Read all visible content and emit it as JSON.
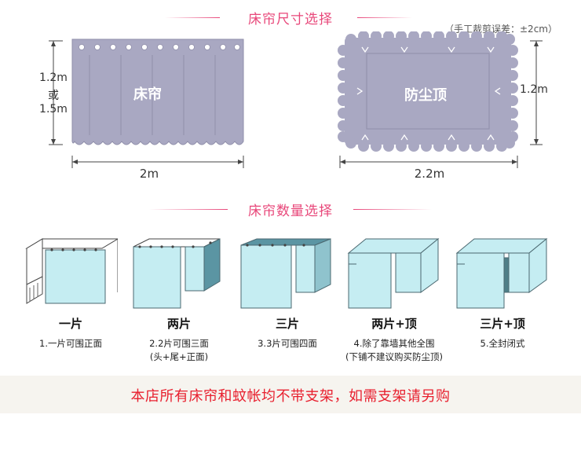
{
  "colors": {
    "accent": "#e8477a",
    "curtain": "#a9a8c2",
    "curtain_stroke": "#8f8ea9",
    "panel": "#c5edf2",
    "panel_stroke": "#4b6870",
    "banner_text": "#e8202f"
  },
  "size_section": {
    "title": "床帘尺寸选择",
    "tolerance": "（手工裁剪误差：±2cm）",
    "curtain": {
      "label": "床帘",
      "height_top": "1.2m",
      "height_or": "或",
      "height_bottom": "1.5m",
      "width": "2m"
    },
    "top_cover": {
      "label": "防尘顶",
      "height": "1.2m",
      "width": "2.2m"
    }
  },
  "quantity_section": {
    "title": "床帘数量选择",
    "options": [
      {
        "title": "一片",
        "desc_line1": "1.一片可围正面",
        "desc_line2": ""
      },
      {
        "title": "两片",
        "desc_line1": "2.2片可围三面",
        "desc_line2": "(头+尾+正面)"
      },
      {
        "title": "三片",
        "desc_line1": "3.3片可围四面",
        "desc_line2": ""
      },
      {
        "title": "两片+顶",
        "desc_line1": "4.除了靠墙其他全围",
        "desc_line2": "(下铺不建议购买防尘顶)"
      },
      {
        "title": "三片+顶",
        "desc_line1": "5.全封闭式",
        "desc_line2": ""
      }
    ]
  },
  "banner": {
    "text": "本店所有床帘和蚊帐均不带支架，如需支架请另购"
  }
}
